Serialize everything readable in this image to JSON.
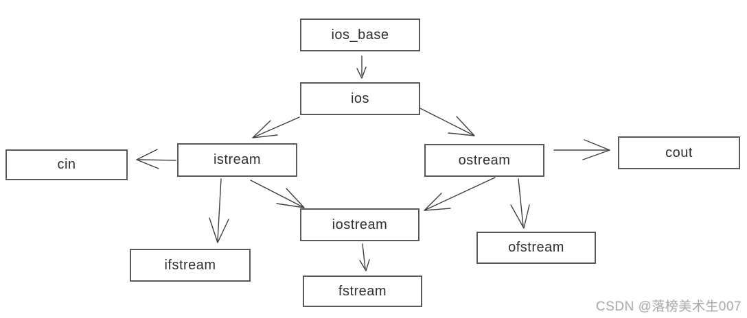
{
  "nodes": [
    {
      "id": "ios_base",
      "label": "ios_base"
    },
    {
      "id": "ios",
      "label": "ios"
    },
    {
      "id": "cin",
      "label": "cin"
    },
    {
      "id": "istream",
      "label": "istream"
    },
    {
      "id": "ostream",
      "label": "ostream"
    },
    {
      "id": "cout",
      "label": "cout"
    },
    {
      "id": "iostream",
      "label": "iostream"
    },
    {
      "id": "ifstream",
      "label": "ifstream"
    },
    {
      "id": "ofstream",
      "label": "ofstream"
    },
    {
      "id": "fstream",
      "label": "fstream"
    }
  ],
  "edges": [
    {
      "from": "ios_base",
      "to": "ios"
    },
    {
      "from": "ios",
      "to": "istream"
    },
    {
      "from": "ios",
      "to": "ostream"
    },
    {
      "from": "istream",
      "to": "cin"
    },
    {
      "from": "ostream",
      "to": "cout"
    },
    {
      "from": "istream",
      "to": "ifstream"
    },
    {
      "from": "istream",
      "to": "iostream"
    },
    {
      "from": "ostream",
      "to": "iostream"
    },
    {
      "from": "ostream",
      "to": "ofstream"
    },
    {
      "from": "iostream",
      "to": "fstream"
    }
  ],
  "watermark": {
    "text": "CSDN @落榜美术生007"
  },
  "colors": {
    "background": "#ffffff",
    "box_fill": "#ffffff",
    "box_border": "#595959",
    "text": "#2f2f2f",
    "arrow": "#3e3e3e",
    "watermark": "#aaaaaa"
  }
}
